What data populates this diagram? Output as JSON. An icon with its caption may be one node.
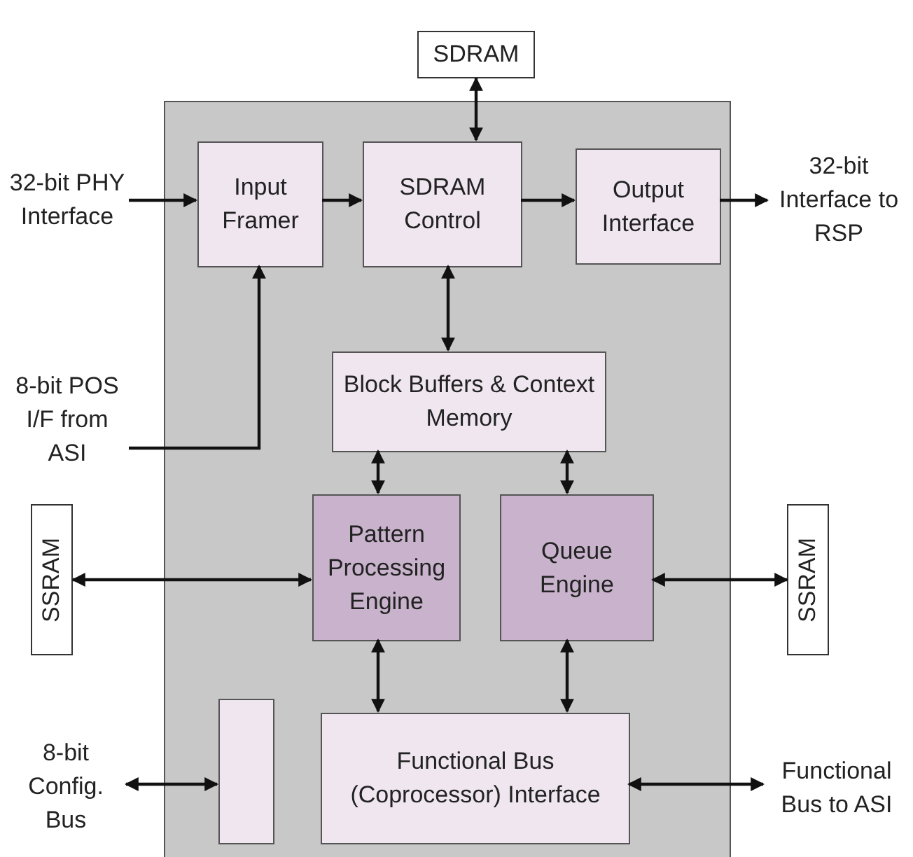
{
  "diagram": {
    "nodes": [
      {
        "text": [],
        "shape": "box"
      },
      {
        "text": [
          "SDRAM"
        ]
      },
      {
        "text": [
          "32-bit PHY Interface"
        ]
      },
      {
        "text": [
          "Input Framer"
        ],
        "in": 0
      },
      {
        "text": [
          "SDRAM Control"
        ],
        "in": 0
      },
      {
        "text": [
          "Output Interface"
        ],
        "in": 0
      },
      {
        "text": [
          "32-bit Interface to RSP"
        ]
      },
      {
        "text": [
          "8-bit POS I/F from ASI"
        ]
      },
      {
        "text": [
          "Block Buffers & Context Memory"
        ],
        "in": 0
      },
      {
        "text": [
          "SSRAM"
        ]
      },
      {
        "text": [
          "Pattern Processing Engine"
        ],
        "in": 0
      },
      {
        "text": [
          "Queue Engine"
        ],
        "in": 0
      },
      {
        "text": [
          "SSRAM"
        ]
      },
      {
        "text": [
          "8-bit Config. Bus"
        ]
      },
      {
        "text": [],
        "shape": "box",
        "in": 0
      },
      {
        "text": [
          "Functional Bus (Coprocessor) Interface"
        ],
        "in": 0
      },
      {
        "text": [
          "Functional Bus to ASI"
        ]
      }
    ],
    "edges": [
      {
        "from": 1,
        "to": 4,
        "arrow": "both"
      },
      {
        "from": 2,
        "to": 3,
        "arrow": "to"
      },
      {
        "from": 3,
        "to": 4,
        "arrow": "to"
      },
      {
        "from": 4,
        "to": 5,
        "arrow": "to"
      },
      {
        "from": 5,
        "to": 6,
        "arrow": "to"
      },
      {
        "from": 7,
        "to": 3,
        "arrow": "to"
      },
      {
        "from": 4,
        "to": 8,
        "arrow": "both"
      },
      {
        "from": 8,
        "to": 10,
        "arrow": "both"
      },
      {
        "from": 8,
        "to": 11,
        "arrow": "both"
      },
      {
        "from": 9,
        "to": 10,
        "arrow": "both"
      },
      {
        "from": 11,
        "to": 12,
        "arrow": "both"
      },
      {
        "from": 10,
        "to": 15,
        "arrow": "both"
      },
      {
        "from": 11,
        "to": 15,
        "arrow": "both"
      },
      {
        "from": 13,
        "to": 14,
        "arrow": "both"
      },
      {
        "from": 15,
        "to": 16,
        "arrow": "both"
      }
    ]
  }
}
